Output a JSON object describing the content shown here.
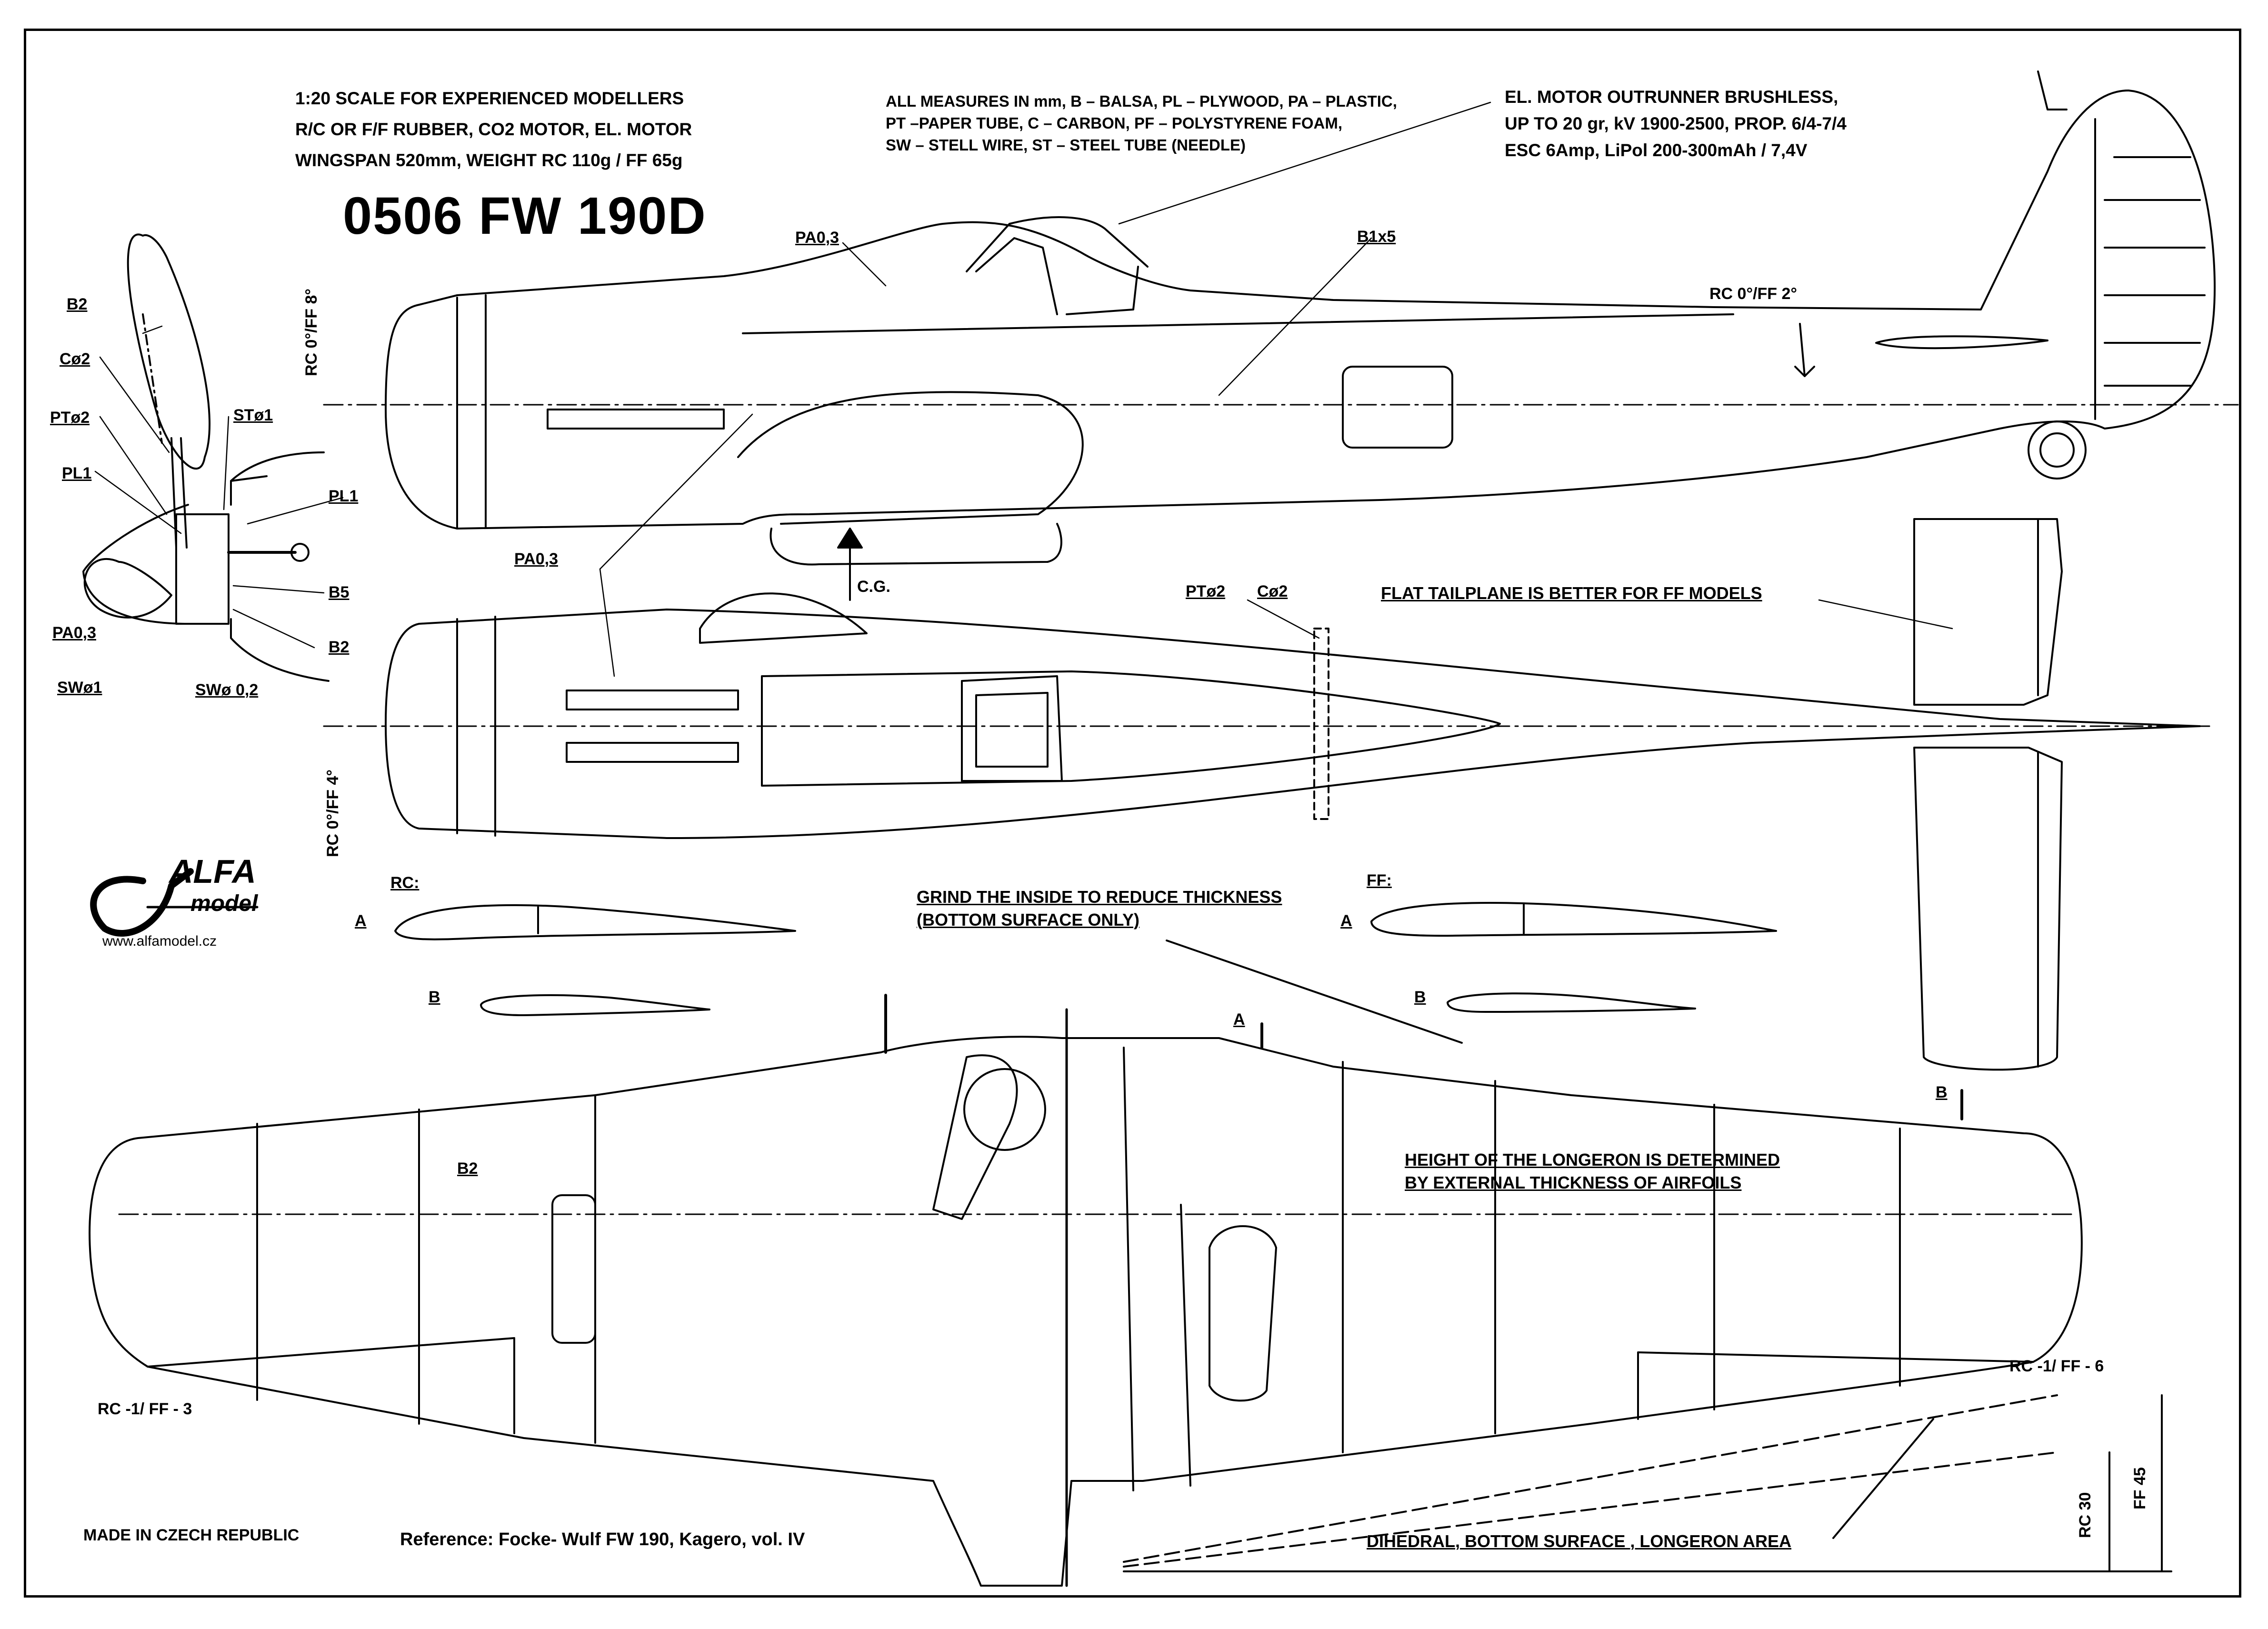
{
  "header": {
    "line1": "1:20 SCALE FOR EXPERIENCED MODELLERS",
    "line2": "R/C OR  F/F RUBBER, CO2 MOTOR, EL. MOTOR",
    "line3": "WINGSPAN  520mm, WEIGHT RC 110g / FF 65g",
    "title": "0506 FW 190D"
  },
  "legend": {
    "line1": "ALL MEASURES IN mm, B – BALSA, PL – PLYWOOD, PA – PLASTIC,",
    "line2": "PT –PAPER TUBE, C – CARBON, PF – POLYSTYRENE FOAM,",
    "line3": "SW – STELL WIRE, ST – STEEL TUBE (NEEDLE)"
  },
  "motor": {
    "line1": "EL. MOTOR OUTRUNNER  BRUSHLESS,",
    "line2": "UP TO 20 gr, kV 1900-2500, PROP. 6/4-7/4",
    "line3": "ESC 6Amp, LiPol 200-300mAh / 7,4V"
  },
  "labels": {
    "b2_prop": "B2",
    "c2": "Cø2",
    "pt2": "PTø2",
    "pl1_left": "PL1",
    "pa03_left": "PA0,3",
    "sw1": "SWø1",
    "st1": "STø1",
    "pl1_right": "PL1",
    "b5": "B5",
    "b2_nose": "B2",
    "sw02": "SWø 0,2",
    "pa03_canopy": "PA0,3",
    "b1x5": "B1x5",
    "rc_ff2": "RC 0°/FF 2°",
    "rc_ff8": "RC 0°/FF 8°",
    "pa03_cowl": "PA0,3",
    "cg": "C.G.",
    "pt2_top": "PTø2",
    "c2_top": "Cø2",
    "rc_ff4": "RC 0°/FF 4°",
    "b2_wing": "B2",
    "rc_ff3": "RC -1/ FF - 3",
    "rc_ff6": "RC -1/ FF - 6",
    "rc30": "RC 30",
    "ff45": "FF 45",
    "section_a_wing": "A",
    "section_b_wing": "B",
    "rc_profile": "RC:",
    "ff_profile": "FF:",
    "rc_a": "A",
    "rc_b": "B",
    "ff_a": "A",
    "ff_b": "B"
  },
  "notes": {
    "tailplane": "FLAT  TAILPLANE IS BETTER FOR FF MODELS",
    "grind_line1": "GRIND THE INSIDE TO REDUCE THICKNESS",
    "grind_line2": "(BOTTOM SURFACE  ONLY)",
    "longeron_line1": "HEIGHT OF THE LONGERON IS DETERMINED",
    "longeron_line2": "BY EXTERNAL THICKNESS OF AIRFOILS",
    "dihedral": "DIHEDRAL, BOTTOM SURFACE , LONGERON  AREA"
  },
  "footer": {
    "made_in": "MADE IN CZECH REPUBLIC",
    "reference": "Reference: Focke- Wulf FW 190,  Kagero, vol. IV"
  },
  "logo": {
    "brand_top": "ALFA",
    "brand_bottom": "model",
    "url": "www.alfamodel.cz"
  }
}
